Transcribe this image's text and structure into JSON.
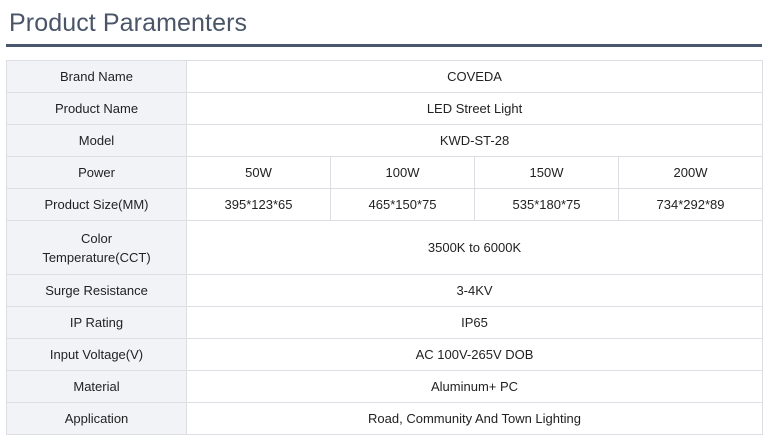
{
  "header": {
    "title": "Product Paramenters",
    "rule_color": "#49566b",
    "title_color": "#4a5568"
  },
  "table": {
    "label_column_bg": "#f2f3f7",
    "border_color": "#dcdee3",
    "rows": [
      {
        "label": "Brand Name",
        "value": "COVEDA",
        "type": "single"
      },
      {
        "label": "Product Name",
        "value": "LED Street Light",
        "type": "single"
      },
      {
        "label": "Model",
        "value": "KWD-ST-28",
        "type": "single"
      },
      {
        "label": "Power",
        "values": [
          "50W",
          "100W",
          "150W",
          "200W"
        ],
        "type": "quad"
      },
      {
        "label": "Product Size(MM)",
        "values": [
          "395*123*65",
          "465*150*75",
          "535*180*75",
          "734*292*89"
        ],
        "type": "quad"
      },
      {
        "label": "Color Temperature(CCT)",
        "label_line1": "Color",
        "label_line2": "Temperature(CCT)",
        "value": "3500K to 6000K",
        "type": "tall"
      },
      {
        "label": "Surge Resistance",
        "value": "3-4KV",
        "type": "single"
      },
      {
        "label": "IP Rating",
        "value": "IP65",
        "type": "single"
      },
      {
        "label": "Input Voltage(V)",
        "value": "AC 100V-265V DOB",
        "type": "single"
      },
      {
        "label": "Material",
        "value": "Aluminum+ PC",
        "type": "single"
      },
      {
        "label": "Application",
        "value": "Road, Community And Town Lighting",
        "type": "single"
      }
    ]
  }
}
